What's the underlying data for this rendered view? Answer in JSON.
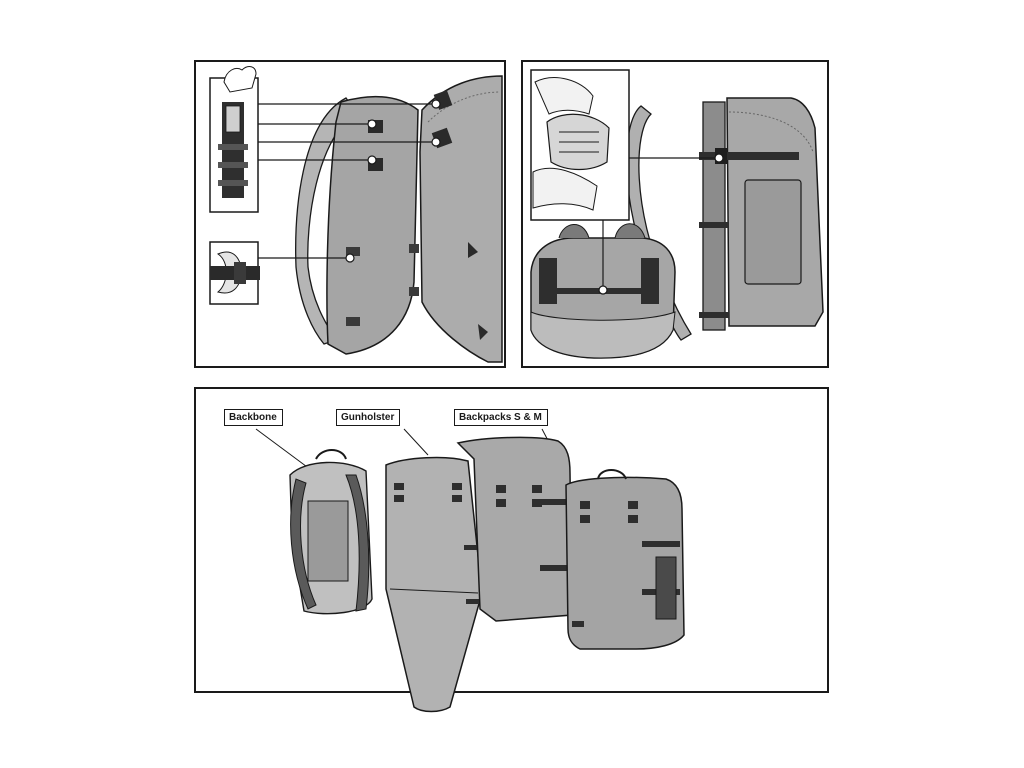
{
  "labels": {
    "backbone": "Backbone",
    "gunholster": "Gunholster",
    "backpacks": "Backpacks S & M"
  },
  "colors": {
    "outline": "#1a1a1a",
    "fabric": "#a9a9a9",
    "fabric_light": "#c2c2c2",
    "fabric_dark": "#7d7d7d",
    "strap": "#3a3a3a",
    "background": "#ffffff"
  }
}
